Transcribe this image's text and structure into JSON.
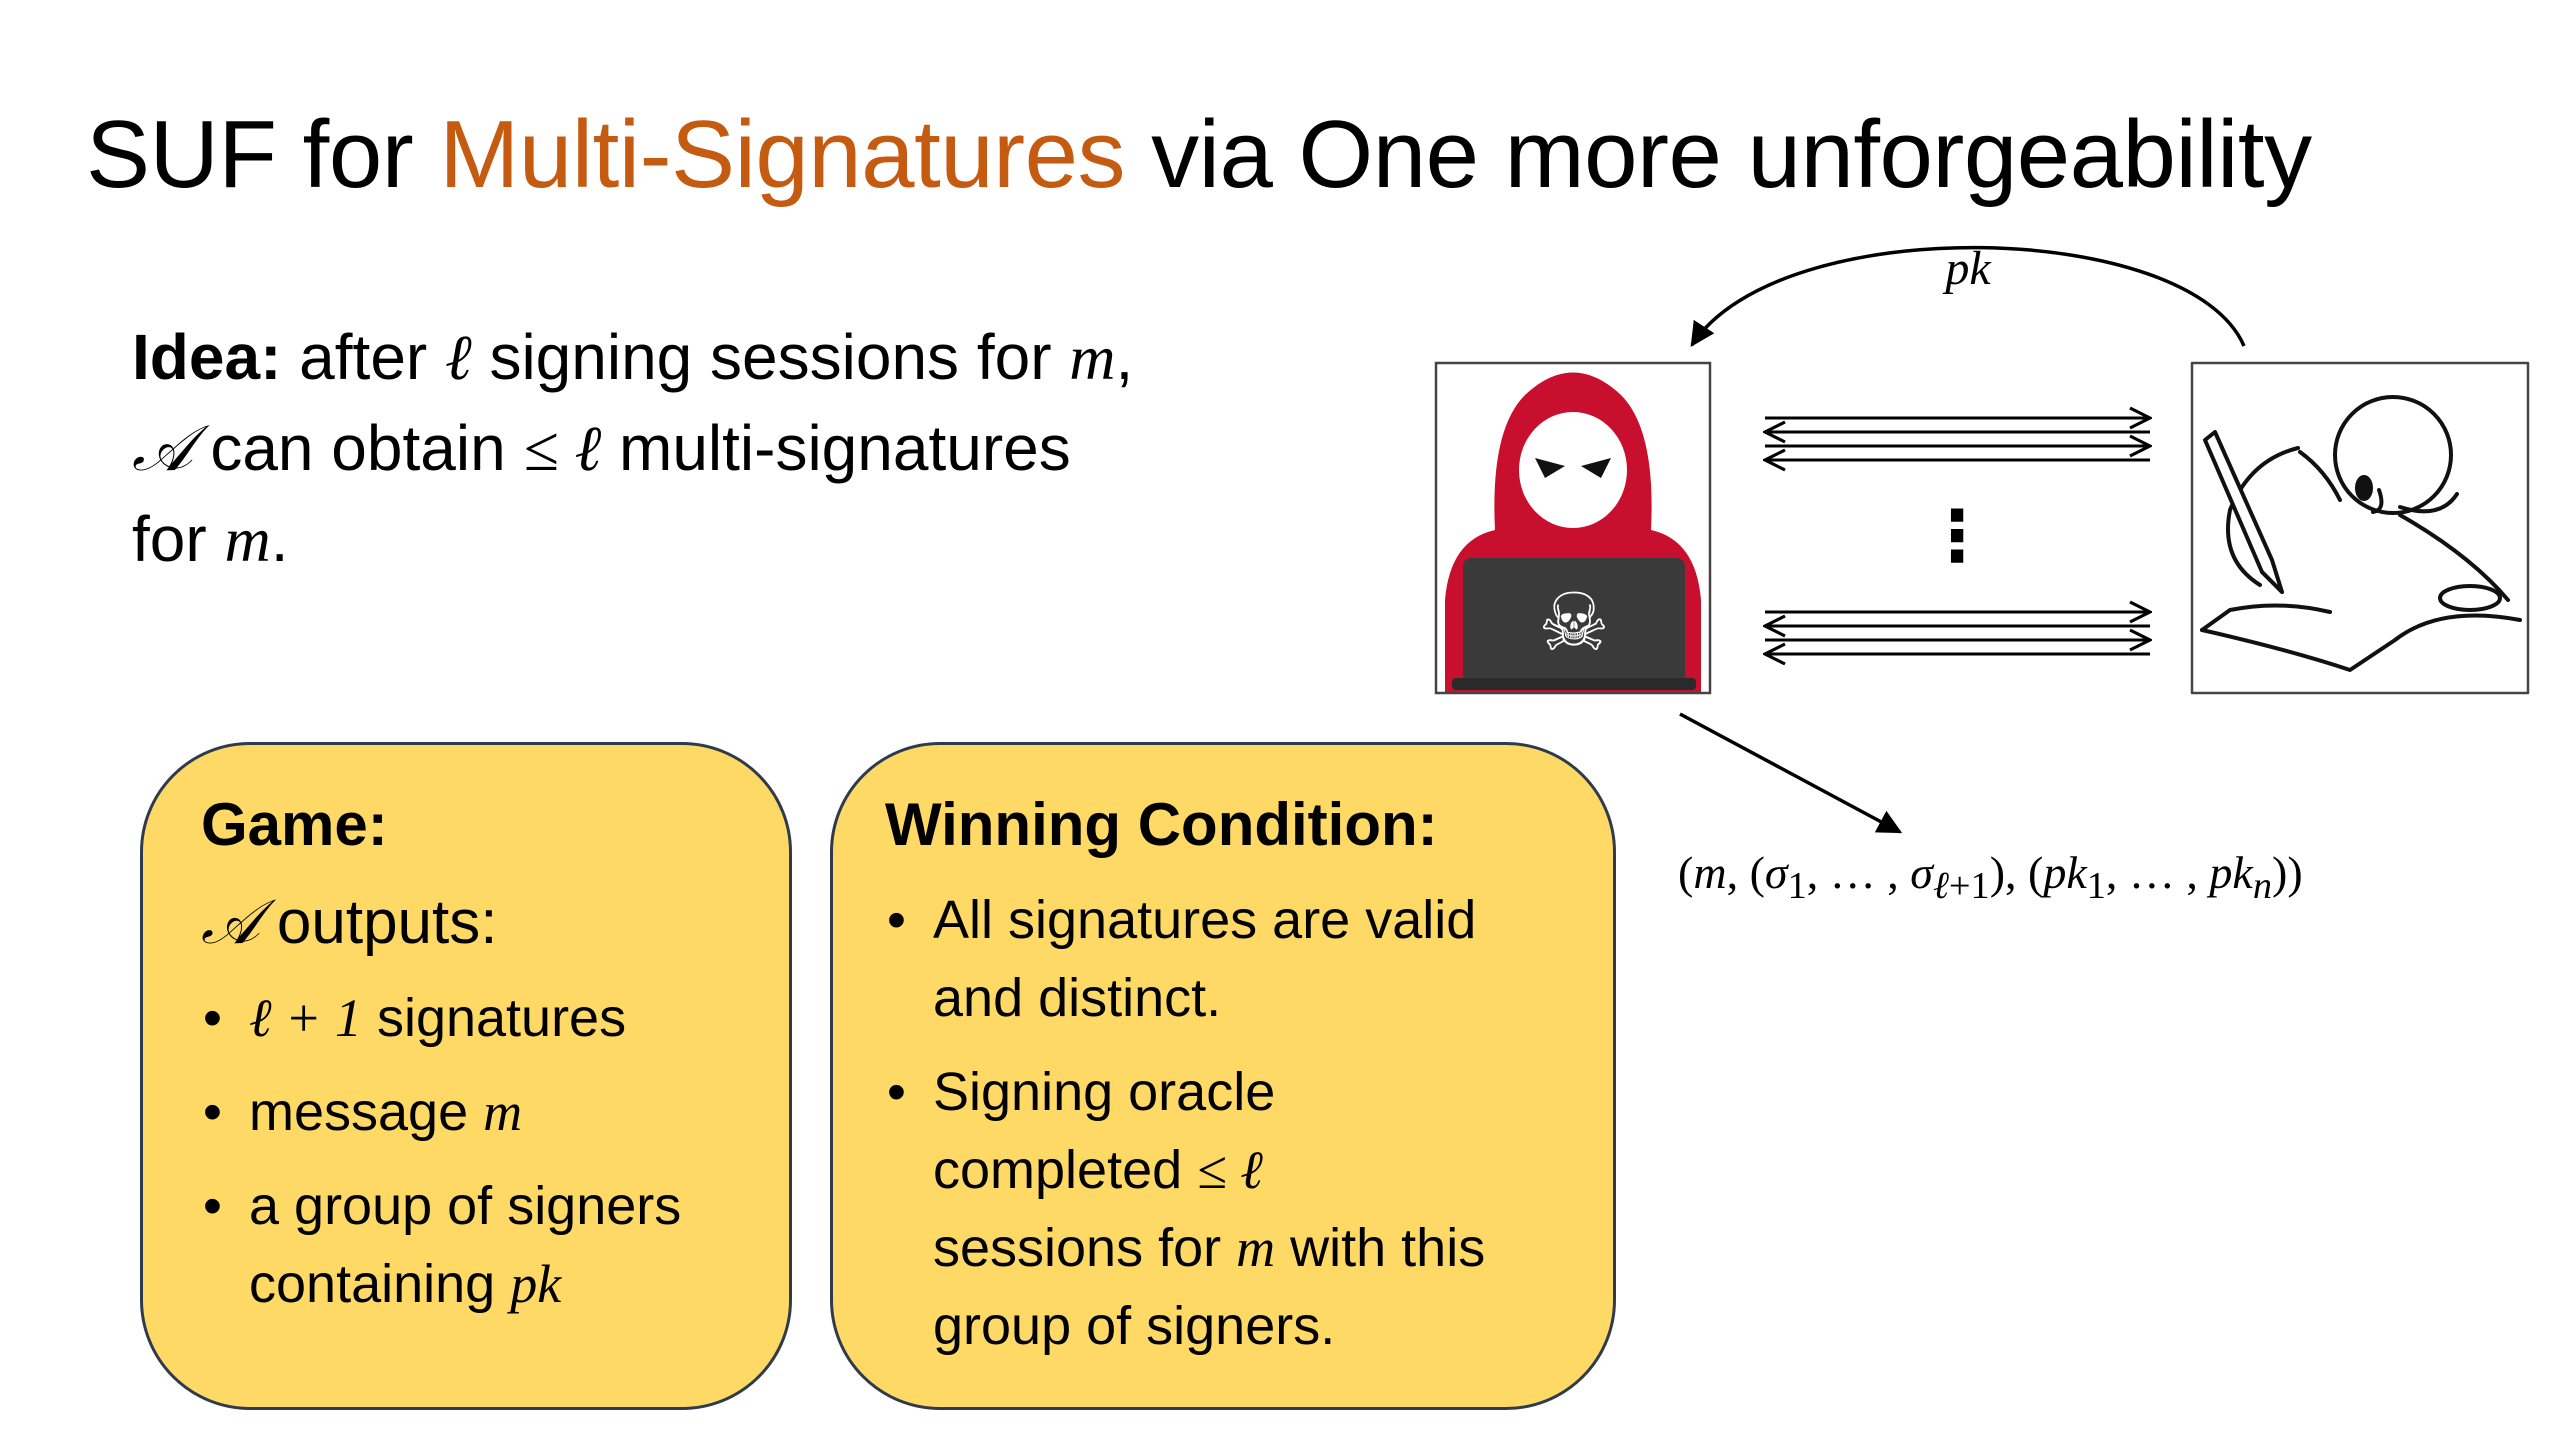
{
  "slide": {
    "title": {
      "part1": "SUF for ",
      "accent": "Multi-Signatures",
      "part2": " via One more unforgeability"
    },
    "idea": {
      "label": "Idea:",
      "t1": " after ",
      "t2": " signing sessions for ",
      "t3": ",",
      "t4": " can obtain ",
      "t5": " multi-signatures",
      "t6": "for ",
      "t7": "."
    },
    "game": {
      "title": "Game:",
      "outputs": " outputs:",
      "bullet1_rest": " signatures",
      "bullet2_text": "message ",
      "bullet3_line1": "a group of signers",
      "bullet3_line2": "containing "
    },
    "winning": {
      "title": "Winning Condition:",
      "bullet1_line1": "All signatures are valid",
      "bullet1_line2": "and distinct.",
      "bullet2_line1": "Signing oracle",
      "bullet2_line2": "completed ",
      "bullet2_line3a": "sessions for ",
      "bullet2_line3b": " with this",
      "bullet2_line4": "group of signers."
    },
    "diagram": {
      "pk_label": "pk",
      "vertical_dots": "⋮",
      "adversary_icon": "hooded-hacker-with-laptop-icon",
      "signer_icon": "stick-figure-signing-document-icon",
      "skull_glyph": "☠"
    },
    "math": {
      "ell": "ℓ",
      "m": "m",
      "A": "𝒜",
      "leq_ell": "≤ ℓ",
      "ell_plus_one": "ℓ + 1",
      "pk": "pk"
    },
    "colors": {
      "accent": "#C55A11",
      "box_fill": "#FFD966",
      "box_border": "#2F3B4C",
      "hood_red": "#C8102E"
    }
  }
}
